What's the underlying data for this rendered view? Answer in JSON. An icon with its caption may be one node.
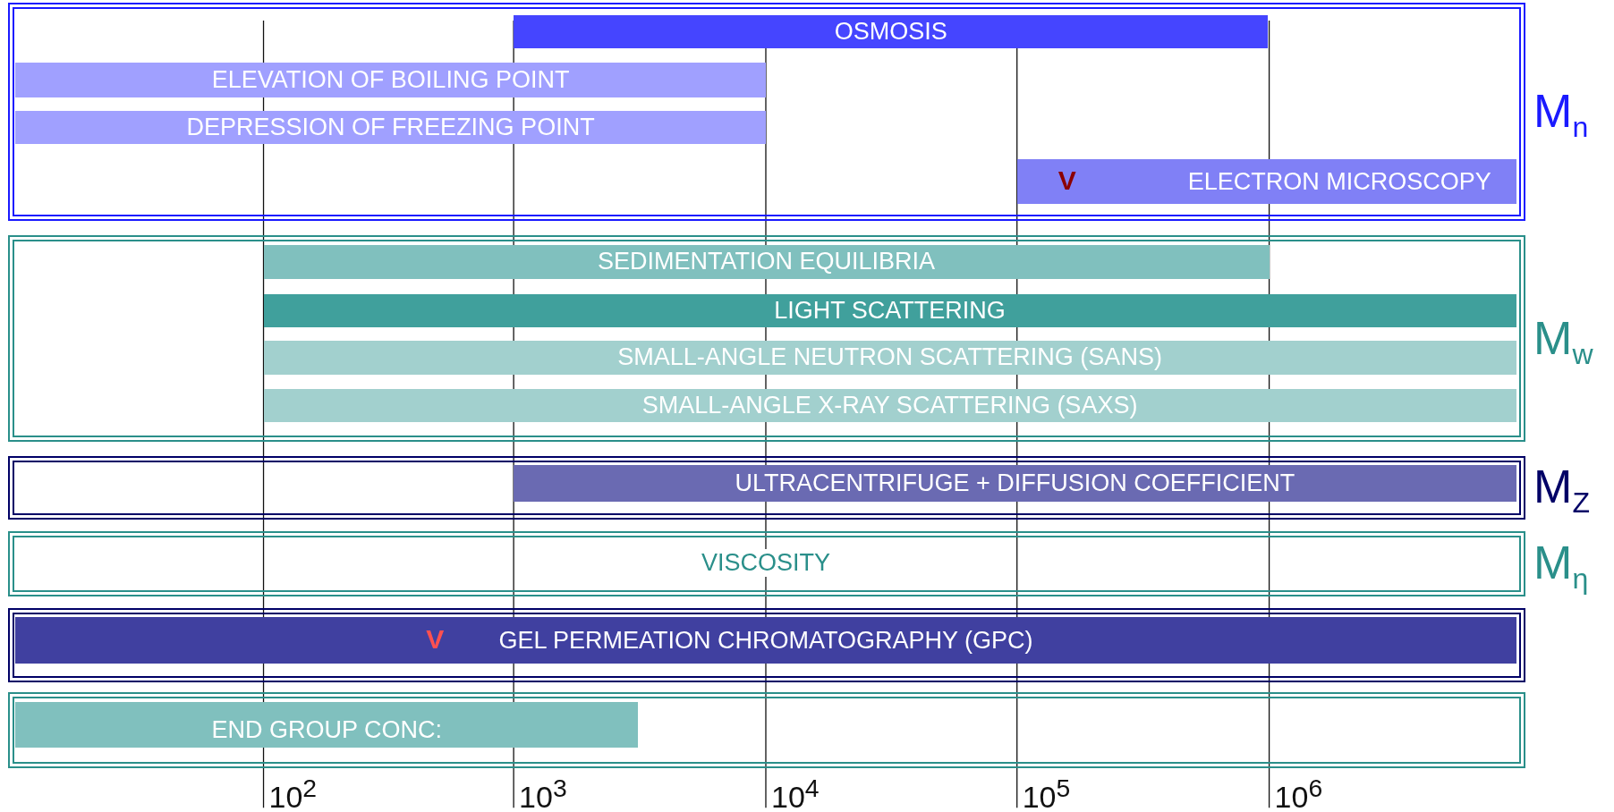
{
  "diagram": {
    "nodes": [
      {
        "text": [
          "M$_{n}$"
        ]
      },
      {
        "text": [
          "OSMOSIS"
        ],
        "in": 0
      },
      {
        "text": [
          "ELEVATION OF BOILING POINT"
        ],
        "in": 0
      },
      {
        "text": [
          "DEPRESSION OF FREEZING POINT"
        ],
        "in": 0
      },
      {
        "text": [
          "V",
          "ELECTRON MICROSCOPY"
        ],
        "in": 0
      },
      {
        "text": [
          "M$_{w}$"
        ]
      },
      {
        "text": [
          "SEDIMENTATION EQUILIBRIA"
        ],
        "in": 5
      },
      {
        "text": [
          "LIGHT SCATTERING"
        ],
        "in": 5
      },
      {
        "text": [
          "SMALL-ANGLE NEUTRON SCATTERING (SANS)"
        ],
        "in": 5
      },
      {
        "text": [
          "SMALL-ANGLE X-RAY SCATTERING (SAXS)"
        ],
        "in": 5
      },
      {
        "text": [
          "M$_{Z}$"
        ]
      },
      {
        "text": [
          "ULTRACENTRIFUGE + DIFFUSION COEFFICIENT"
        ],
        "in": 10
      },
      {
        "text": [
          "VISCOSITY",
          "M$_{η}$"
        ]
      },
      {
        "text": [],
        "shape": "box"
      },
      {
        "text": [
          "V",
          "GEL PERMEATION CHROMATOGRAPHY (GPC)"
        ],
        "in": 13
      },
      {
        "text": [],
        "shape": "box"
      },
      {
        "text": [
          "END GROUP CONC:"
        ],
        "in": 15
      }
    ],
    "edges": [],
    "labels": [
      "10$^{2}$",
      "10$^{3}$",
      "10$^{4}$",
      "10$^{5}$",
      "10$^{6}$"
    ]
  }
}
